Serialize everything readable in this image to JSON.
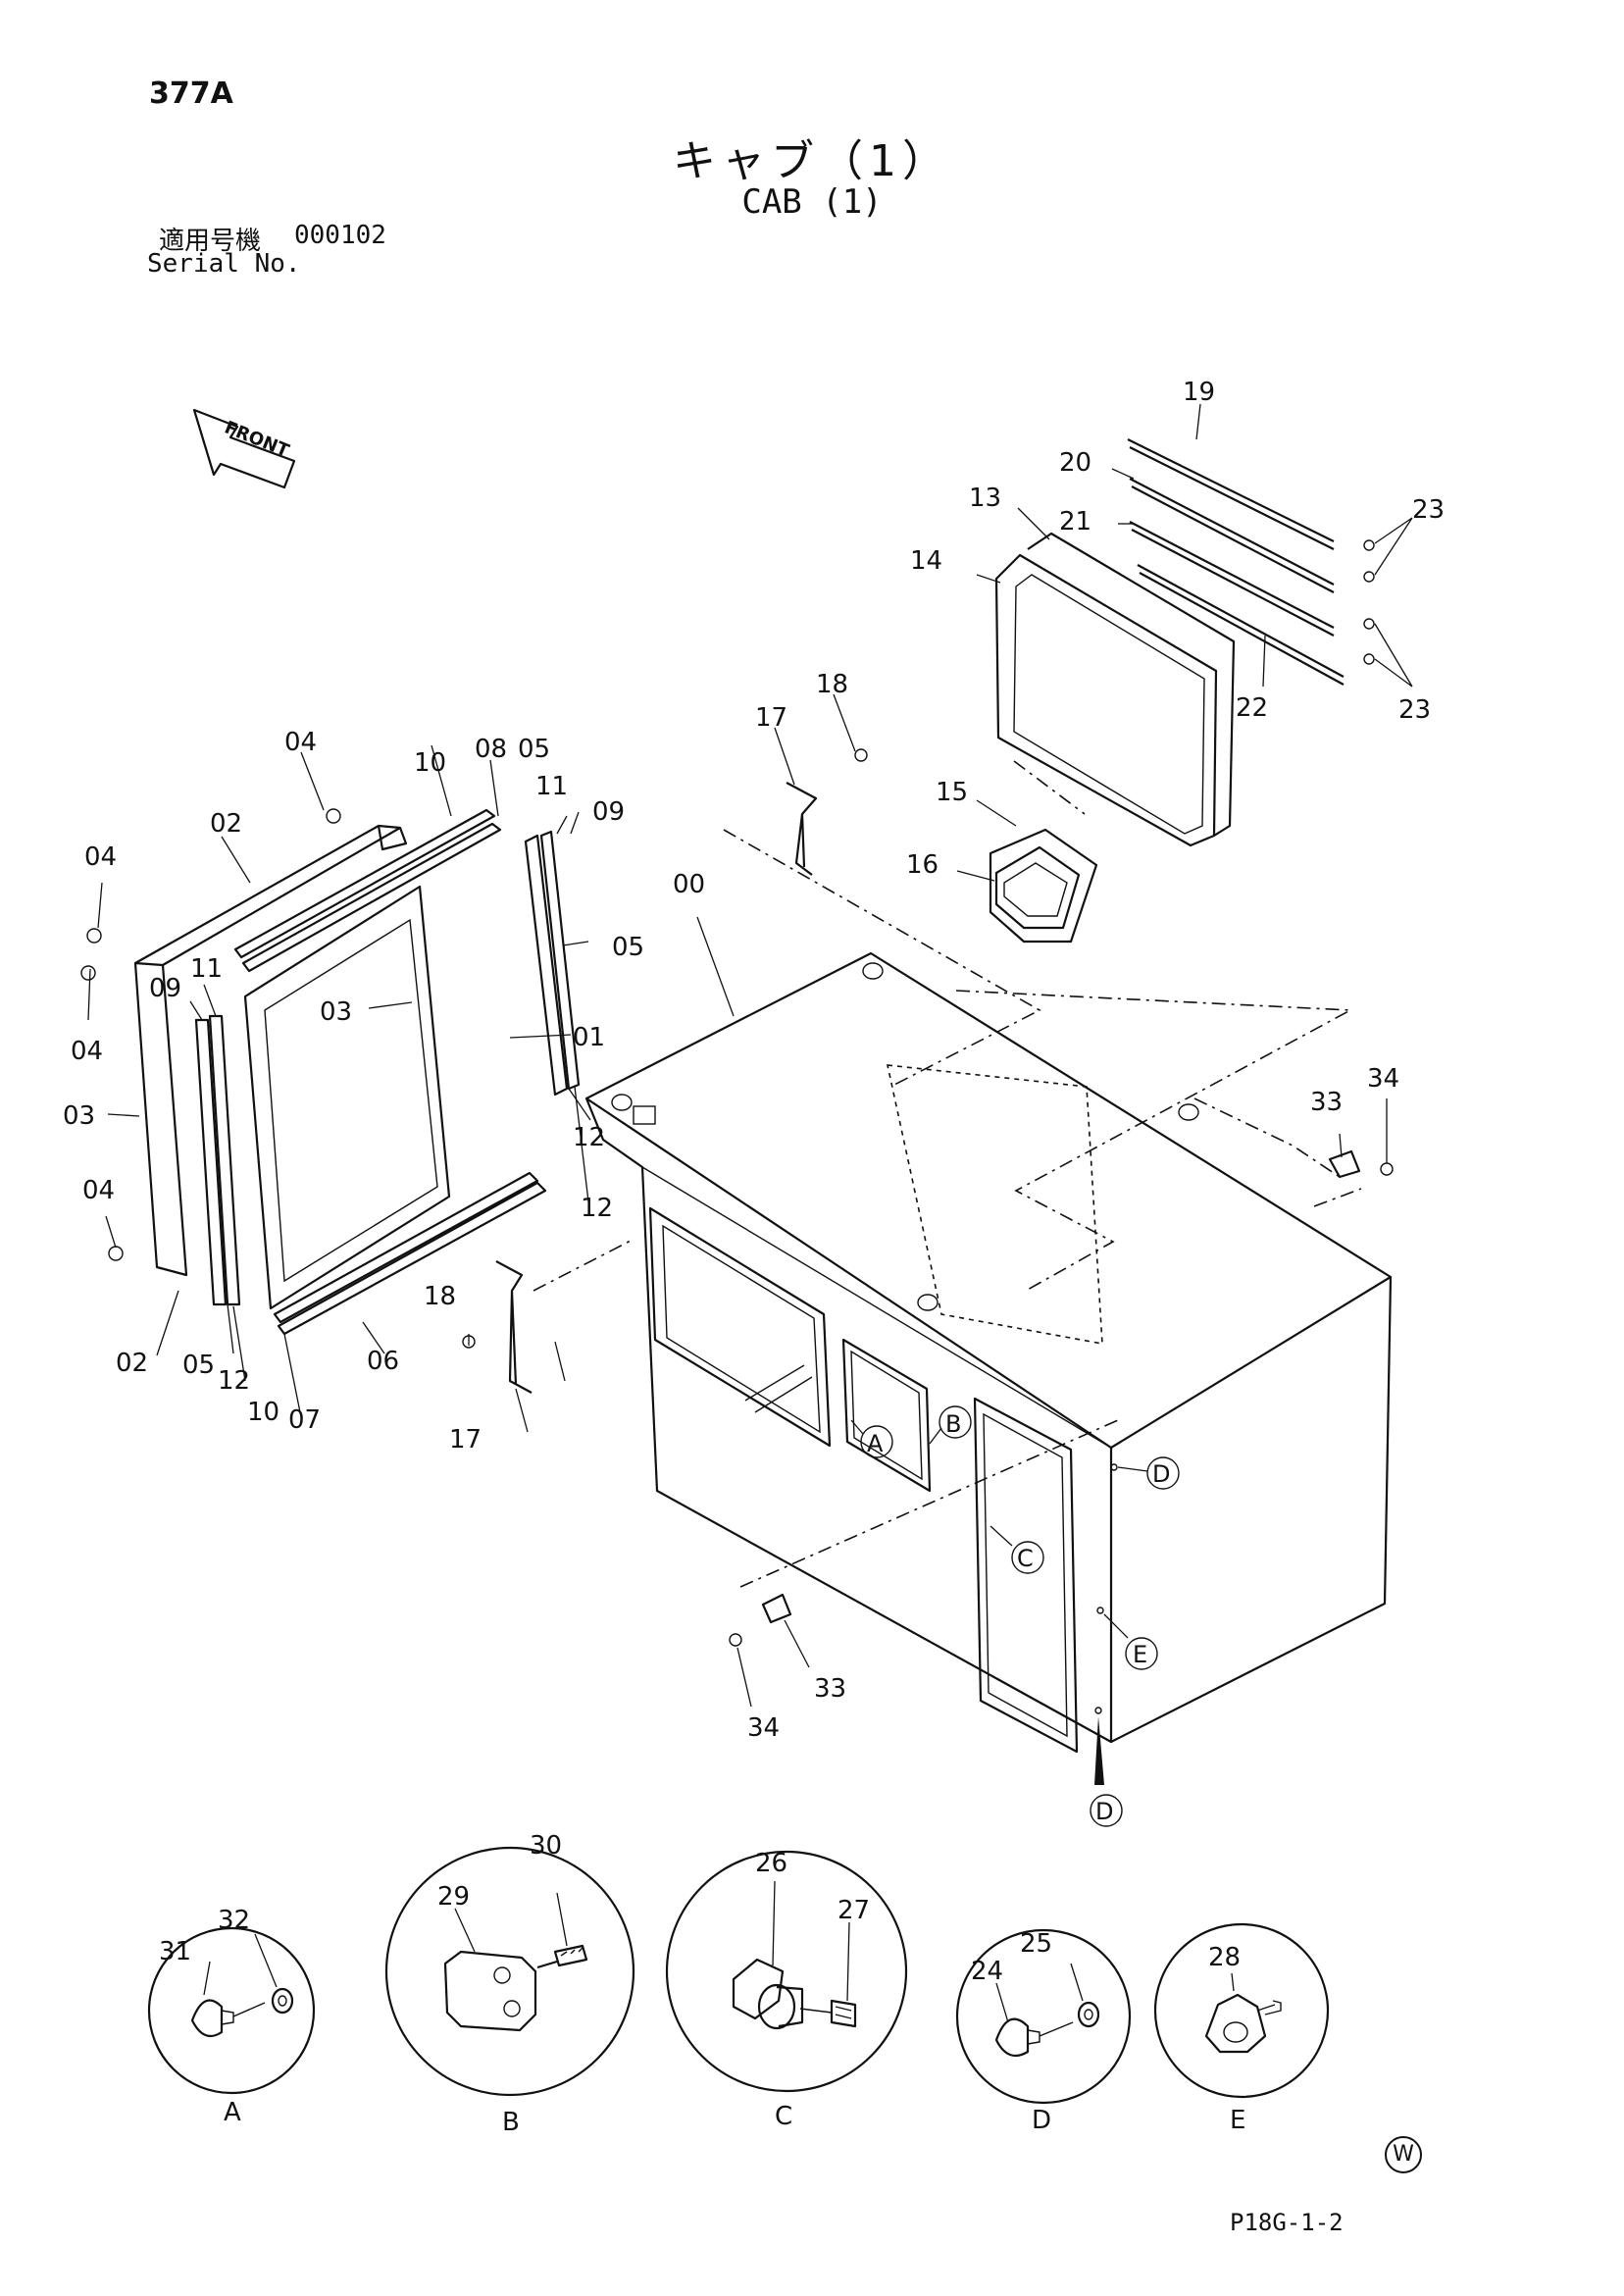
{
  "header": {
    "page_code": "377A",
    "title_jp": "キャブ（1）",
    "title_en": "CAB (1)",
    "serial_label_jp": "適用号機",
    "serial_value": "000102",
    "serial_label_en": "Serial No."
  },
  "front_arrow_label": "FRONT",
  "callouts": {
    "c00": "00",
    "c01": "01",
    "c02a": "02",
    "c02b": "02",
    "c03a": "03",
    "c03b": "03",
    "c04a": "04",
    "c04b": "04",
    "c04c": "04",
    "c04d": "04",
    "c05a": "05",
    "c05b": "05",
    "c05c": "05",
    "c06": "06",
    "c07": "07",
    "c08": "08",
    "c09a": "09",
    "c09b": "09",
    "c10a": "10",
    "c10b": "10",
    "c11a": "11",
    "c11b": "11",
    "c12a": "12",
    "c12b": "12",
    "c12c": "12",
    "c13": "13",
    "c14": "14",
    "c15": "15",
    "c16": "16",
    "c17a": "17",
    "c17b": "17",
    "c18a": "18",
    "c18b": "18",
    "c19": "19",
    "c20": "20",
    "c21": "21",
    "c22": "22",
    "c23a": "23",
    "c23b": "23",
    "c24": "24",
    "c25": "25",
    "c26": "26",
    "c27": "27",
    "c28": "28",
    "c29": "29",
    "c30": "30",
    "c31": "31",
    "c32": "32",
    "c33a": "33",
    "c33b": "33",
    "c34a": "34",
    "c34b": "34"
  },
  "location_markers": {
    "A": "A",
    "B": "B",
    "C": "C",
    "D1": "D",
    "D2": "D",
    "E": "E"
  },
  "detail_views": [
    {
      "letter": "A",
      "parts": [
        "31",
        "32"
      ]
    },
    {
      "letter": "B",
      "parts": [
        "29",
        "30"
      ]
    },
    {
      "letter": "C",
      "parts": [
        "26",
        "27"
      ]
    },
    {
      "letter": "D",
      "parts": [
        "24",
        "25"
      ]
    },
    {
      "letter": "E",
      "parts": [
        "28"
      ]
    }
  ],
  "footer": {
    "mark": "W",
    "page_ref": "P18G-1-2"
  }
}
